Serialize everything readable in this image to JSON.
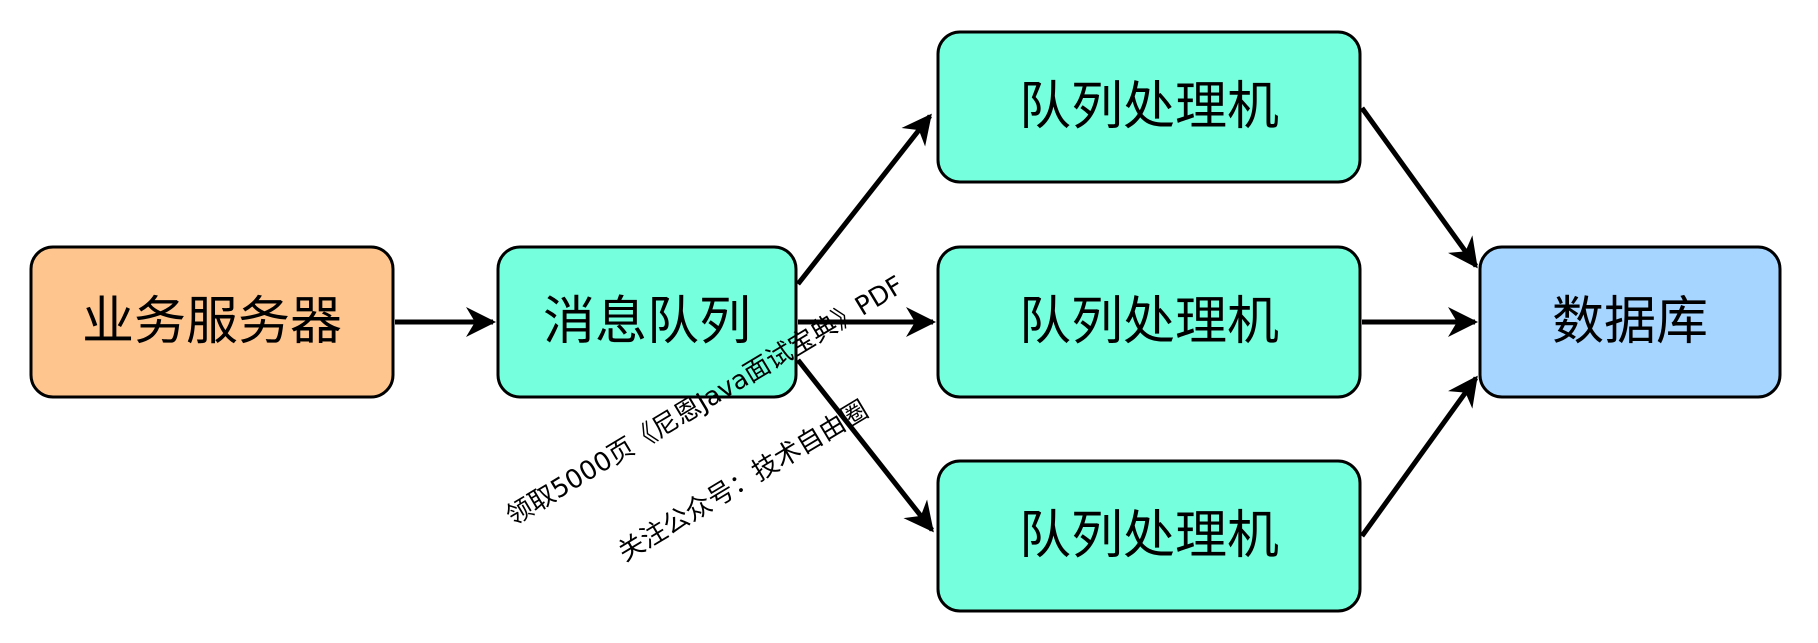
{
  "nodes": {
    "business_server": {
      "label": "业务服务器",
      "fill": "#FFC58E"
    },
    "message_queue": {
      "label": "消息队列",
      "fill": "#76FFDC"
    },
    "processor_top": {
      "label": "队列处理机",
      "fill": "#76FFDC"
    },
    "processor_middle": {
      "label": "队列处理机",
      "fill": "#76FFDC"
    },
    "processor_bottom": {
      "label": "队列处理机",
      "fill": "#76FFDC"
    },
    "database": {
      "label": "数据库",
      "fill": "#A6D6FF"
    }
  },
  "watermark": {
    "line1": "领取5000页《尼恩Java面试宝典》PDF",
    "line2": "关注公众号：技术自由圈"
  }
}
